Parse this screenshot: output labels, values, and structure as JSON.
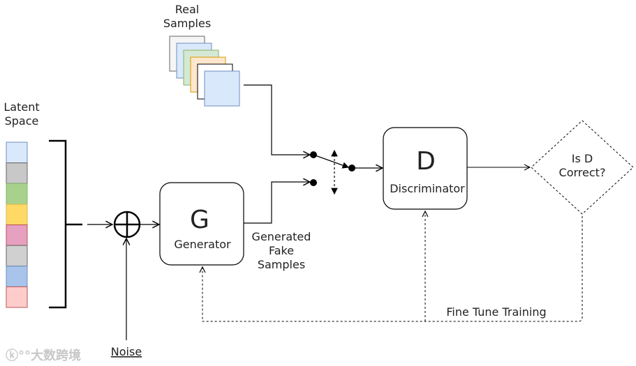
{
  "labels": {
    "real_samples": [
      "Real",
      "Samples"
    ],
    "latent_space": [
      "Latent",
      "Space"
    ],
    "generator_letter": "G",
    "generator_name": "Generator",
    "discriminator_letter": "D",
    "discriminator_name": "Discriminator",
    "decision": [
      "Is D",
      "Correct?"
    ],
    "generated": [
      "Generated",
      "Fake",
      "Samples"
    ],
    "noise": "Noise",
    "fine_tune": "Fine Tune Training"
  },
  "watermark": "大数跨境",
  "latent_cells": [
    {
      "fill": "#dae8fc",
      "stroke": "#6c8ebf"
    },
    {
      "fill": "#c8c8c8",
      "stroke": "#666666"
    },
    {
      "fill": "#a9d18e",
      "stroke": "#82b366"
    },
    {
      "fill": "#ffd966",
      "stroke": "#d6b656"
    },
    {
      "fill": "#e6a0c0",
      "stroke": "#b85450"
    },
    {
      "fill": "#d0d0d0",
      "stroke": "#666666"
    },
    {
      "fill": "#a9c4eb",
      "stroke": "#6c8ebf"
    },
    {
      "fill": "#ffcccc",
      "stroke": "#b85450"
    }
  ],
  "sample_cards": [
    {
      "fill": "#f5f5f5",
      "stroke": "#666666"
    },
    {
      "fill": "#dae8fc",
      "stroke": "#6c8ebf"
    },
    {
      "fill": "#d5e8d4",
      "stroke": "#82b366"
    },
    {
      "fill": "#ffe6cc",
      "stroke": "#d79b00"
    },
    {
      "fill": "#ffffff",
      "stroke": "#000000"
    },
    {
      "fill": "#dae8fc",
      "stroke": "#6c8ebf"
    }
  ]
}
